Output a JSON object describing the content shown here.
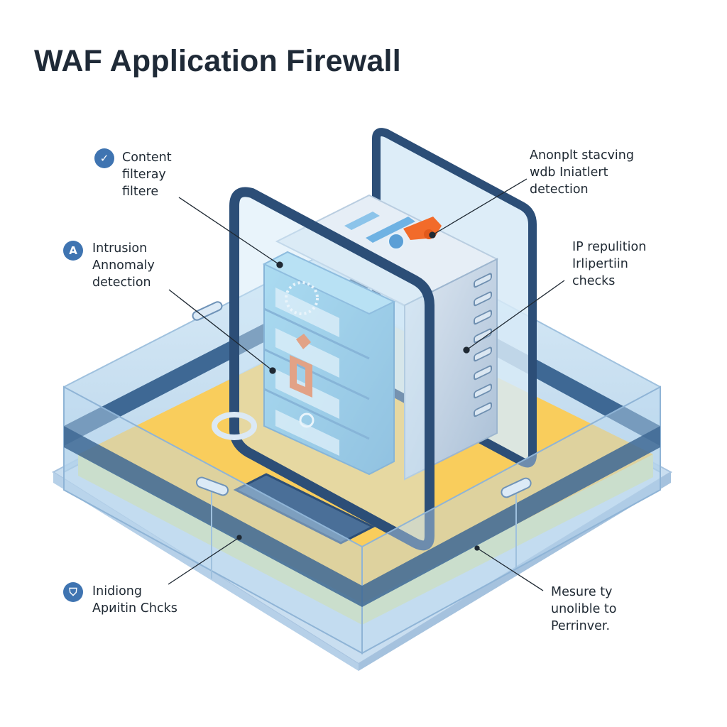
{
  "title": "WAF Application Firewall",
  "colors": {
    "frame": "#2c4e77",
    "accent": "#f26b2a",
    "floor": "#f9cd5c",
    "floor_stripe": "#d6e2b0",
    "glass": "#bcd9ef",
    "server_blue": "#7fc3e2",
    "server_gray": "#c9d7e6",
    "badge": "#3f74b1",
    "text": "#1f2933"
  },
  "callouts": [
    {
      "id": "content-filtering",
      "icon": "check-icon",
      "icon_glyph": "✓",
      "lines": [
        "Content",
        "filteray",
        "filtere"
      ]
    },
    {
      "id": "intrusion-anomaly",
      "icon": "letter-a-icon",
      "icon_glyph": "A",
      "lines": [
        "Intrusion",
        "Annomaly",
        "detection"
      ]
    },
    {
      "id": "anomaly-stacking",
      "icon": null,
      "lines": [
        "Anonplt stacving",
        "wdb Iniatlert",
        "detection"
      ]
    },
    {
      "id": "ip-reputation",
      "icon": null,
      "lines": [
        "IP repulition",
        "Irlipertiin",
        "checks"
      ]
    },
    {
      "id": "application-checks",
      "icon": "shield-icon",
      "icon_glyph": "⛉",
      "lines": [
        "Inidiong",
        "Apиitin Chcks"
      ]
    },
    {
      "id": "measure-perimeter",
      "icon": null,
      "lines": [
        "Mesure ty",
        "unolible to",
        "Perrinver."
      ]
    }
  ]
}
